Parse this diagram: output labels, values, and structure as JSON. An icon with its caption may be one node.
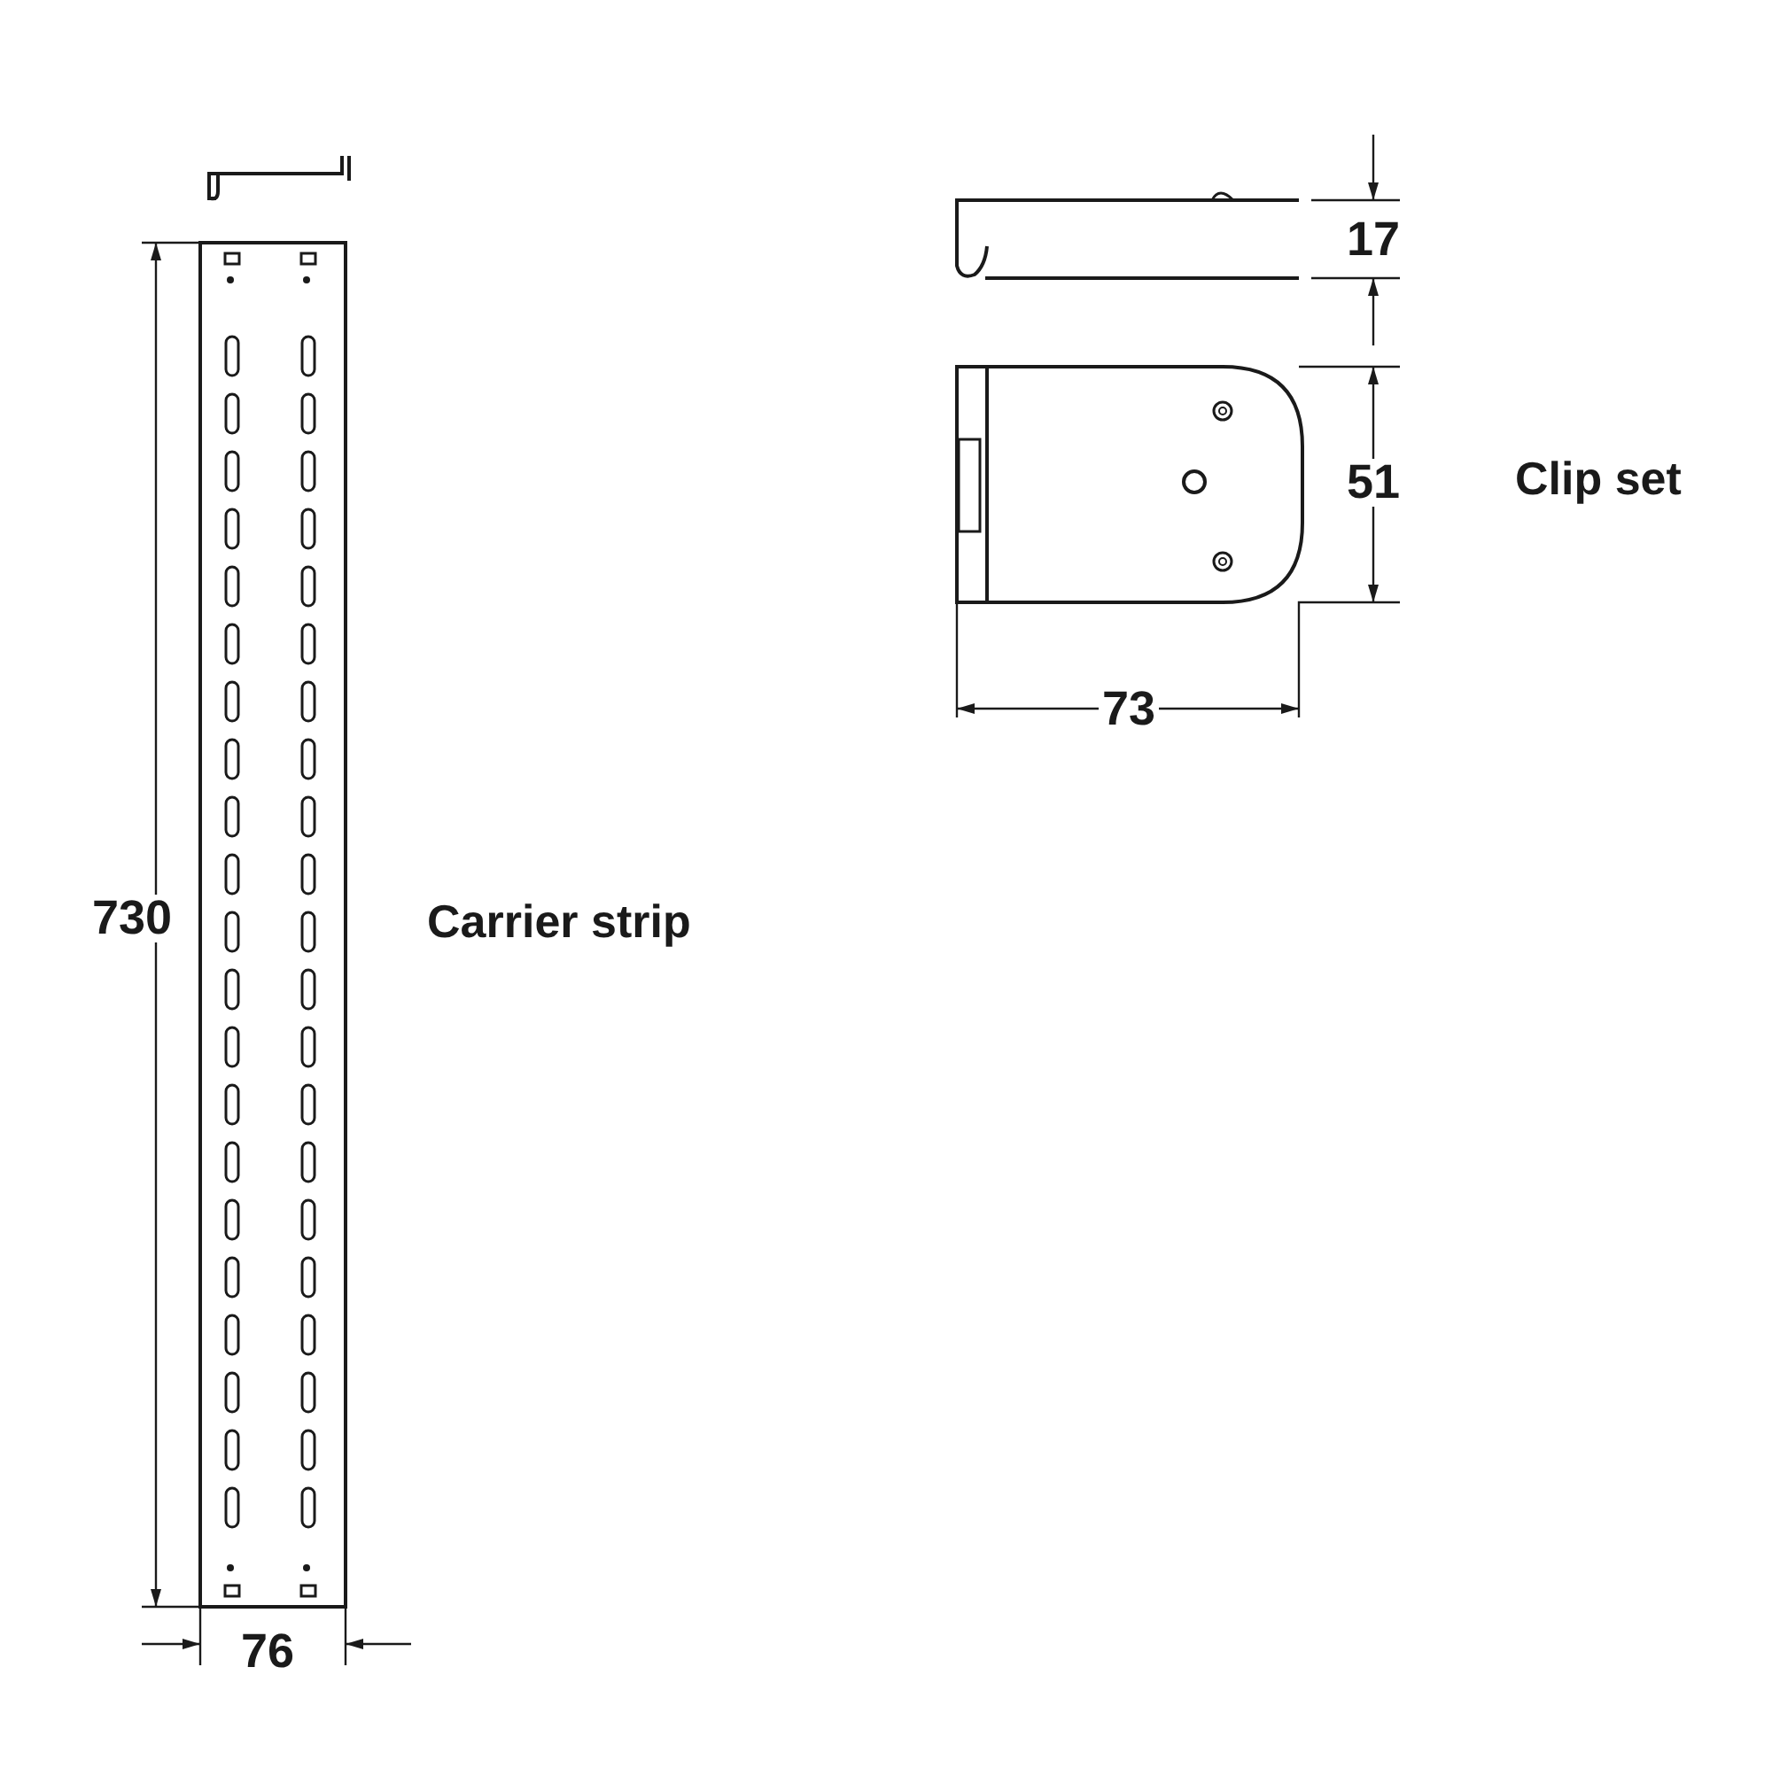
{
  "diagram": {
    "labels": [
      "17",
      "51",
      "Clip set",
      "73",
      "730",
      "Carrier strip",
      "76"
    ]
  }
}
